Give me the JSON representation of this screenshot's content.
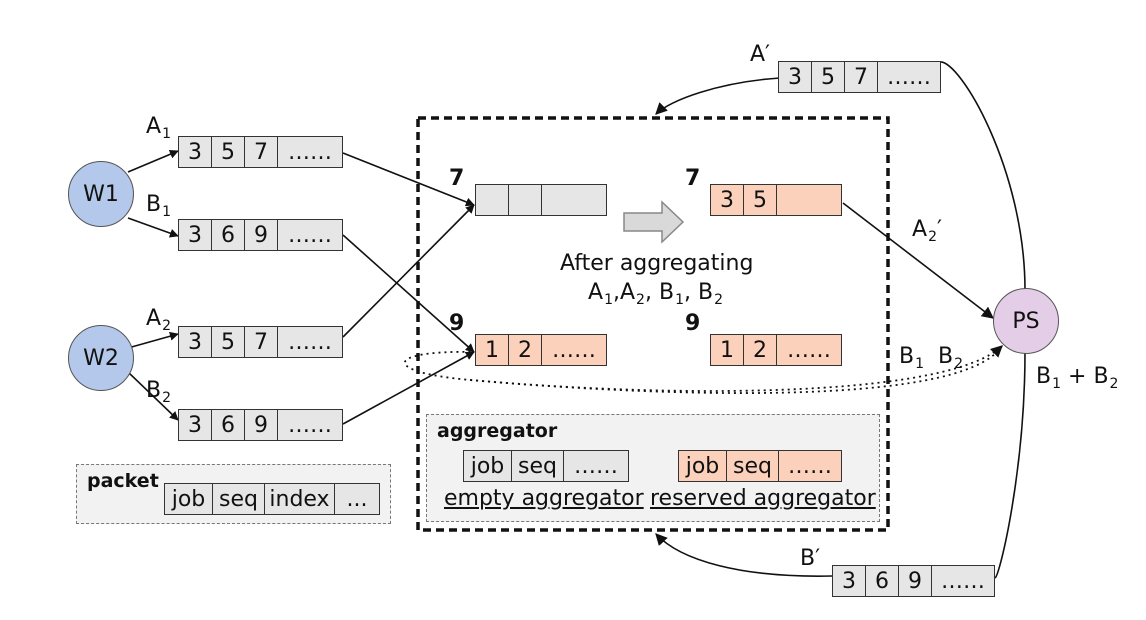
{
  "workers": [
    {
      "label": "W1",
      "color": "#b3c8ea"
    },
    {
      "label": "W2",
      "color": "#b3c8ea"
    }
  ],
  "server": {
    "label": "PS",
    "color": "#e4cde6"
  },
  "worker_packets": {
    "A1": {
      "label": "A",
      "sub": "1",
      "cells": [
        "3",
        "5",
        "7",
        "……"
      ]
    },
    "B1": {
      "label": "B",
      "sub": "1",
      "cells": [
        "3",
        "6",
        "9",
        "……"
      ]
    },
    "A2": {
      "label": "A",
      "sub": "2",
      "cells": [
        "3",
        "5",
        "7",
        "……"
      ]
    },
    "B2": {
      "label": "B",
      "sub": "2",
      "cells": [
        "3",
        "6",
        "9",
        "……"
      ]
    }
  },
  "result_packets": {
    "A_prime": {
      "label": "A′",
      "cells": [
        "3",
        "5",
        "7",
        "……"
      ]
    },
    "B_prime": {
      "label": "B′",
      "cells": [
        "3",
        "6",
        "9",
        "……"
      ]
    }
  },
  "switch": {
    "before": {
      "slot7": {
        "index": "7",
        "cells": [
          "",
          "",
          ""
        ]
      },
      "slot9": {
        "index": "9",
        "cells": [
          "1",
          "2",
          "……"
        ]
      }
    },
    "after": {
      "slot7": {
        "index": "7",
        "cells": [
          "3",
          "5",
          ""
        ]
      },
      "slot9": {
        "index": "9",
        "cells": [
          "1",
          "2",
          "……"
        ]
      }
    },
    "caption_line1": "After aggregating",
    "caption_line2": {
      "a1": "A",
      "a1s": "1",
      "a2": "A",
      "a2s": "2",
      "b1": "B",
      "b1s": "1",
      "b2": "B",
      "b2s": "2"
    }
  },
  "edge_labels": {
    "a2_prime": {
      "label": "A",
      "sub": "2",
      "mark": "′"
    },
    "b1_b2": {
      "b1": "B",
      "b1s": "1",
      "b2": "B",
      "b2s": "2"
    },
    "b1_plus_b2": {
      "b1": "B",
      "b1s": "1",
      "plus": "+ ",
      "b2": "B",
      "b2s": "2"
    }
  },
  "legend_packet": {
    "title": "packet",
    "cells": [
      "job",
      "seq",
      "index",
      "..."
    ]
  },
  "legend_aggregator": {
    "title": "aggregator",
    "empty": {
      "cells": [
        "job",
        "seq",
        "……"
      ],
      "caption": "empty aggregator"
    },
    "reserved": {
      "cells": [
        "job",
        "seq",
        "……"
      ],
      "caption": "reserved aggregator"
    }
  },
  "colors": {
    "packet_fill": "#e6e6e6",
    "reserved_fill": "#fcd1bc",
    "worker_fill": "#b3c8ea",
    "ps_fill": "#e4cde6",
    "arrow_fill": "#d9d9d9"
  }
}
